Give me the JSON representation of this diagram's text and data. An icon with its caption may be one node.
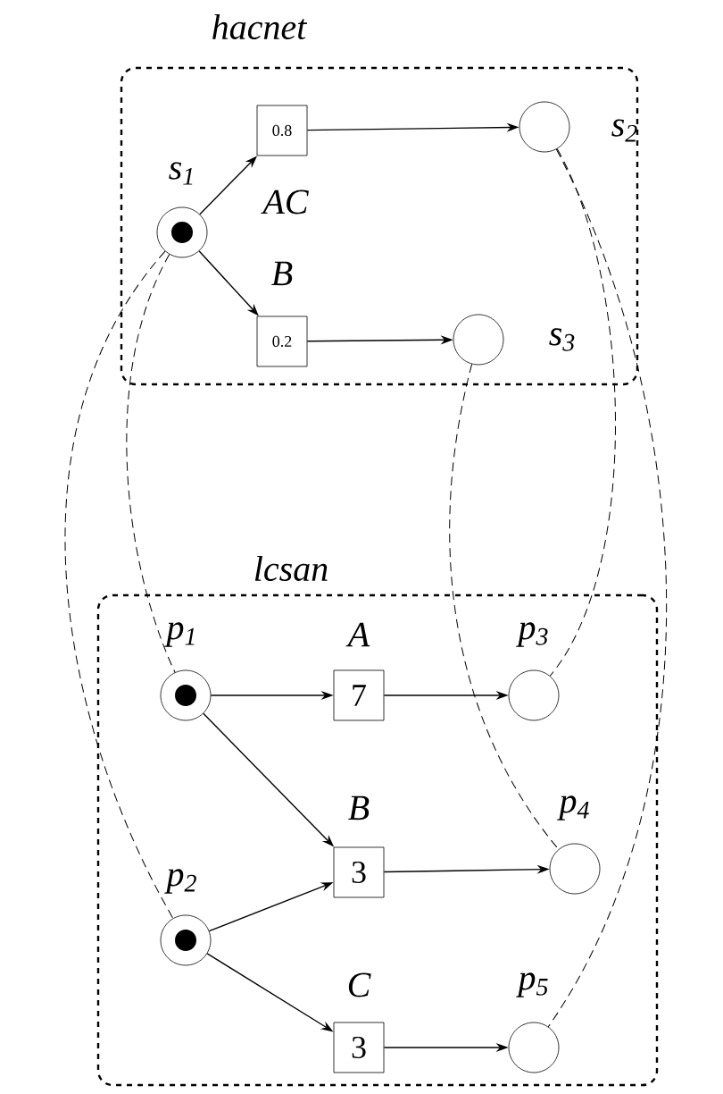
{
  "diagram": {
    "nodes": [
      {
        "text": [
          "hacnet"
        ]
      },
      {
        "text": [],
        "shape": "circle",
        "beside": [
          "s$_{1}$"
        ],
        "in": 0
      },
      {
        "text": [
          "0.8"
        ],
        "beside": [
          "AC"
        ],
        "in": 0
      },
      {
        "text": [
          "0.2"
        ],
        "beside": [
          "B"
        ],
        "in": 0
      },
      {
        "text": [],
        "shape": "circle",
        "beside": [
          "s$_{2}$"
        ],
        "in": 0
      },
      {
        "text": [],
        "shape": "circle",
        "beside": [
          "s$_{3}$"
        ],
        "in": 0
      },
      {
        "text": [
          "lcsan"
        ]
      },
      {
        "text": [],
        "shape": "circle",
        "beside": [
          "p$_{1}$"
        ],
        "in": 6
      },
      {
        "text": [],
        "shape": "circle",
        "beside": [
          "p$_{2}$"
        ],
        "in": 6
      },
      {
        "text": [
          "7"
        ],
        "beside": [
          "A"
        ],
        "in": 6
      },
      {
        "text": [
          "3"
        ],
        "beside": [
          "B"
        ],
        "in": 6
      },
      {
        "text": [
          "3"
        ],
        "beside": [
          "C"
        ],
        "in": 6
      },
      {
        "text": [],
        "shape": "circle",
        "beside": [
          "p$_{3}$"
        ],
        "in": 6
      },
      {
        "text": [],
        "shape": "circle",
        "beside": [
          "p$_{4}$"
        ],
        "in": 6
      },
      {
        "text": [],
        "shape": "circle",
        "beside": [
          "p$_{5}$"
        ],
        "in": 6
      }
    ],
    "edges": [
      {
        "from": 1,
        "to": 2,
        "arrow": "to"
      },
      {
        "from": 1,
        "to": 3,
        "arrow": "to"
      },
      {
        "from": 2,
        "to": 4,
        "arrow": "to"
      },
      {
        "from": 3,
        "to": 5,
        "arrow": "to"
      },
      {
        "from": 7,
        "to": 9,
        "arrow": "to"
      },
      {
        "from": 7,
        "to": 10,
        "arrow": "to"
      },
      {
        "from": 8,
        "to": 10,
        "arrow": "to"
      },
      {
        "from": 8,
        "to": 11,
        "arrow": "to"
      },
      {
        "from": 9,
        "to": 12,
        "arrow": "to"
      },
      {
        "from": 10,
        "to": 13,
        "arrow": "to"
      },
      {
        "from": 11,
        "to": 14,
        "arrow": "to"
      },
      {
        "from": 1,
        "to": 7,
        "arrow": "none",
        "style": "dashed"
      },
      {
        "from": 1,
        "to": 8,
        "arrow": "none",
        "style": "dashed"
      },
      {
        "from": 4,
        "to": 12,
        "arrow": "none",
        "style": "dashed"
      },
      {
        "from": 4,
        "to": 14,
        "arrow": "none",
        "style": "dashed"
      },
      {
        "from": 5,
        "to": 13,
        "arrow": "none",
        "style": "dashed"
      }
    ]
  }
}
